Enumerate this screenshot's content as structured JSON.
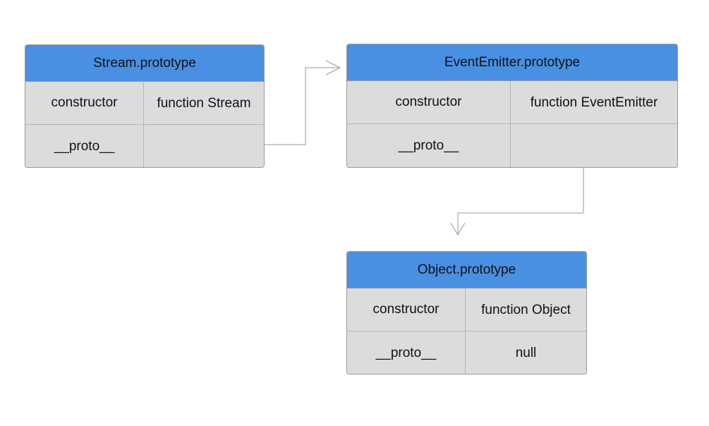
{
  "colors": {
    "header": "#4a90e2",
    "cell": "#dcdcdc",
    "border": "#9a9a9a",
    "connector": "#9a9a9a",
    "dot": "#555555"
  },
  "boxes": {
    "stream": {
      "title": "Stream.prototype",
      "rows": [
        {
          "key": "constructor",
          "value": "function Stream"
        },
        {
          "key": "__proto__",
          "value": ""
        }
      ]
    },
    "eventemitter": {
      "title": "EventEmitter.prototype",
      "rows": [
        {
          "key": "constructor",
          "value": "function EventEmitter"
        },
        {
          "key": "__proto__",
          "value": ""
        }
      ]
    },
    "object": {
      "title": "Object.prototype",
      "rows": [
        {
          "key": "constructor",
          "value": "function Object"
        },
        {
          "key": "__proto__",
          "value": "null"
        }
      ]
    }
  }
}
